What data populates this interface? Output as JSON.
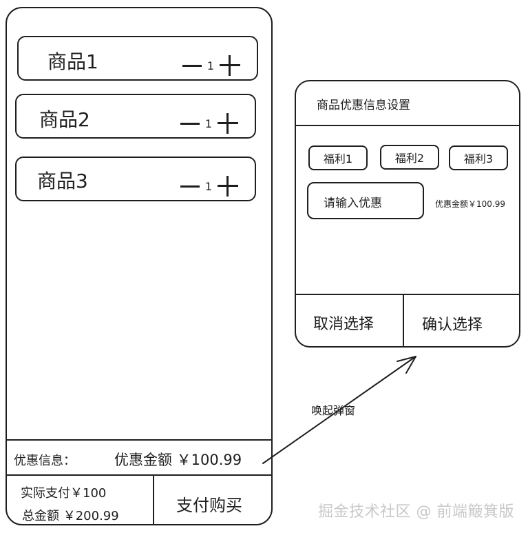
{
  "cart": {
    "products": [
      {
        "name": "商品1",
        "qty": "1"
      },
      {
        "name": "商品2",
        "qty": "1"
      },
      {
        "name": "商品3",
        "qty": "1"
      }
    ],
    "discount_label": "优惠信息：",
    "discount_value": "优惠金额 ￥100.99",
    "actual_pay": "实际支付￥100",
    "total": "总金额 ￥200.99",
    "pay_button": "支付购买"
  },
  "modal": {
    "title": "商品优惠信息设置",
    "chips": [
      "福利1",
      "福利2",
      "福利3"
    ],
    "input_placeholder": "请输入优惠",
    "discount_amount": "优惠金额￥100.99",
    "cancel_button": "取消选择",
    "confirm_button": "确认选择"
  },
  "annotation": {
    "arrow_label": "唤起弹窗"
  },
  "watermark": "掘金技术社区 @ 前端簸箕版"
}
